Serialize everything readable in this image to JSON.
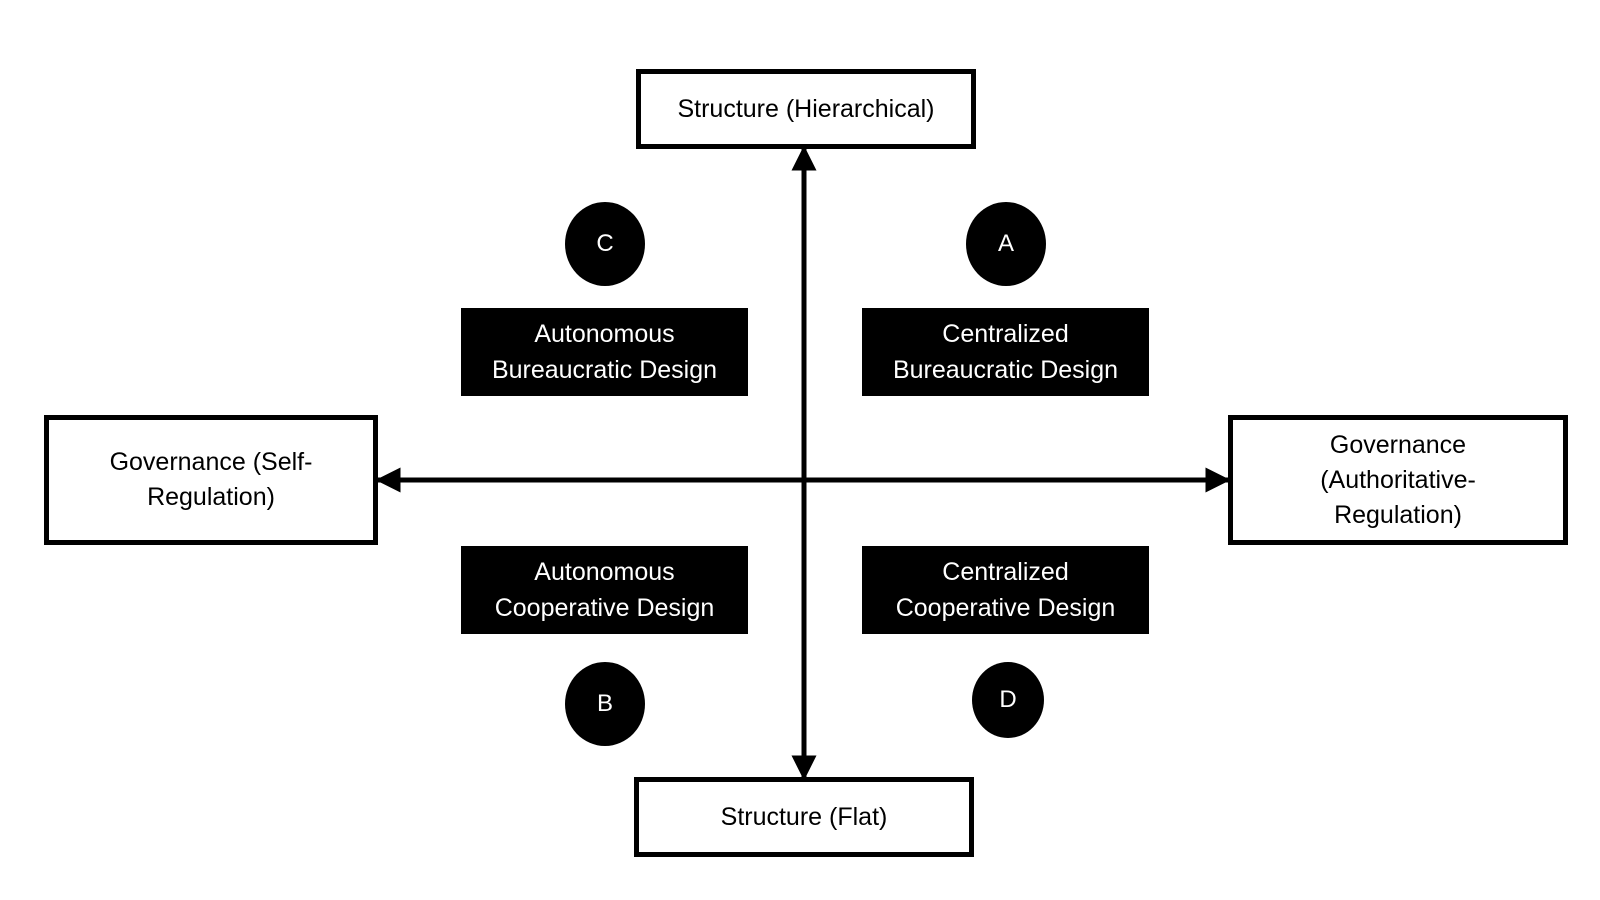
{
  "axes": {
    "structure_top": "Structure (Hierarchical)",
    "structure_bottom": "Structure (Flat)",
    "governance_left": "Governance (Self-\nRegulation)",
    "governance_right": "Governance\n(Authoritative-\nRegulation)"
  },
  "quadrants": {
    "top_left": "Autonomous\nBureaucratic Design",
    "top_right": "Centralized\nBureaucratic Design",
    "bottom_left": "Autonomous\nCooperative Design",
    "bottom_right": "Centralized\nCooperative Design"
  },
  "markers": {
    "top_left": "C",
    "top_right": "A",
    "bottom_left": "B",
    "bottom_right": "D"
  }
}
